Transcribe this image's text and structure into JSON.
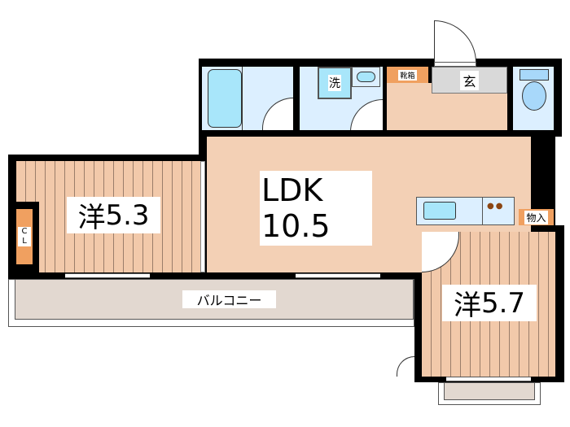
{
  "rooms": {
    "western1": {
      "kanji": "洋",
      "size": "5.3"
    },
    "ldk": {
      "name": "LDK",
      "size": "10.5"
    },
    "western2": {
      "kanji": "洋",
      "size": "5.7"
    },
    "balcony": "バルコニー",
    "closet": [
      "C",
      "L"
    ],
    "storage": "物入",
    "shoe_box": "靴箱",
    "entrance": "玄",
    "washer": "洗"
  },
  "colors": {
    "wall": "#000000",
    "floor": "#f3d0b5",
    "wet": "#dcefff",
    "balcony": "#e2d8d0",
    "entrance": "#d9d9d9",
    "accent": "#f0a060"
  }
}
